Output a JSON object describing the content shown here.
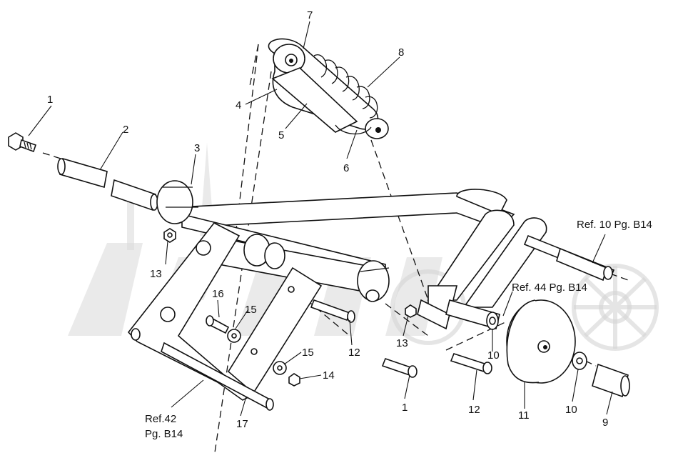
{
  "diagram": {
    "callouts": {
      "c1a": "1",
      "c2": "2",
      "c3": "3",
      "c4": "4",
      "c5": "5",
      "c6": "6",
      "c7": "7",
      "c8": "8",
      "c13a": "13",
      "c16": "16",
      "c15a": "15",
      "c15b": "15",
      "c14": "14",
      "c17": "17",
      "c12a": "12",
      "c13b": "13",
      "c1b": "1",
      "c10a": "10",
      "c12b": "12",
      "c11": "11",
      "c10b": "10",
      "c9": "9"
    },
    "references": {
      "ref_top_right": "Ref. 10 Pg. B14",
      "ref_mid_right": "Ref. 44 Pg. B14",
      "ref_bottom_left_line1": "Ref.42",
      "ref_bottom_left_line2": "Pg. B14"
    },
    "colors": {
      "ink": "#111111",
      "watermark": "#d8d8d8",
      "background": "#ffffff"
    }
  }
}
